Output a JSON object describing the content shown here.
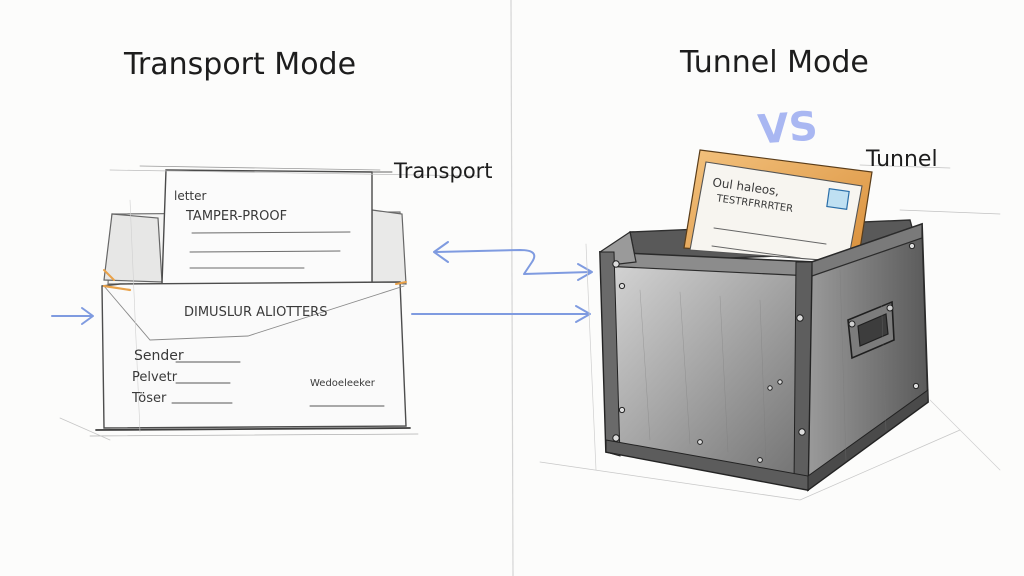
{
  "left": {
    "heading": "Transport Mode",
    "callout_label": "Transport",
    "letter": {
      "line1": "letter",
      "line2": "TAMPER-PROOF"
    },
    "envelope": {
      "caption": "DIMUSLUR ALIOTTERS",
      "sender": "Sender",
      "field2": "Pelvetr",
      "field3": "Töser",
      "signature": "Wedoeleeker"
    }
  },
  "right": {
    "heading": "Tunnel Mode",
    "callout_label": "Tunnel",
    "letter": {
      "line1": "Oul haleos,",
      "line2": "TESTRFRRRTER"
    }
  },
  "vs_label": "VS",
  "colors": {
    "ink": "#1d1d1d",
    "pencil": "#6f6f6f",
    "arrow_blue": "#7f9be0",
    "vs_blue": "#a9b7f2",
    "paper_orange": "#e9a24a",
    "metal": "#8a8a8a"
  }
}
